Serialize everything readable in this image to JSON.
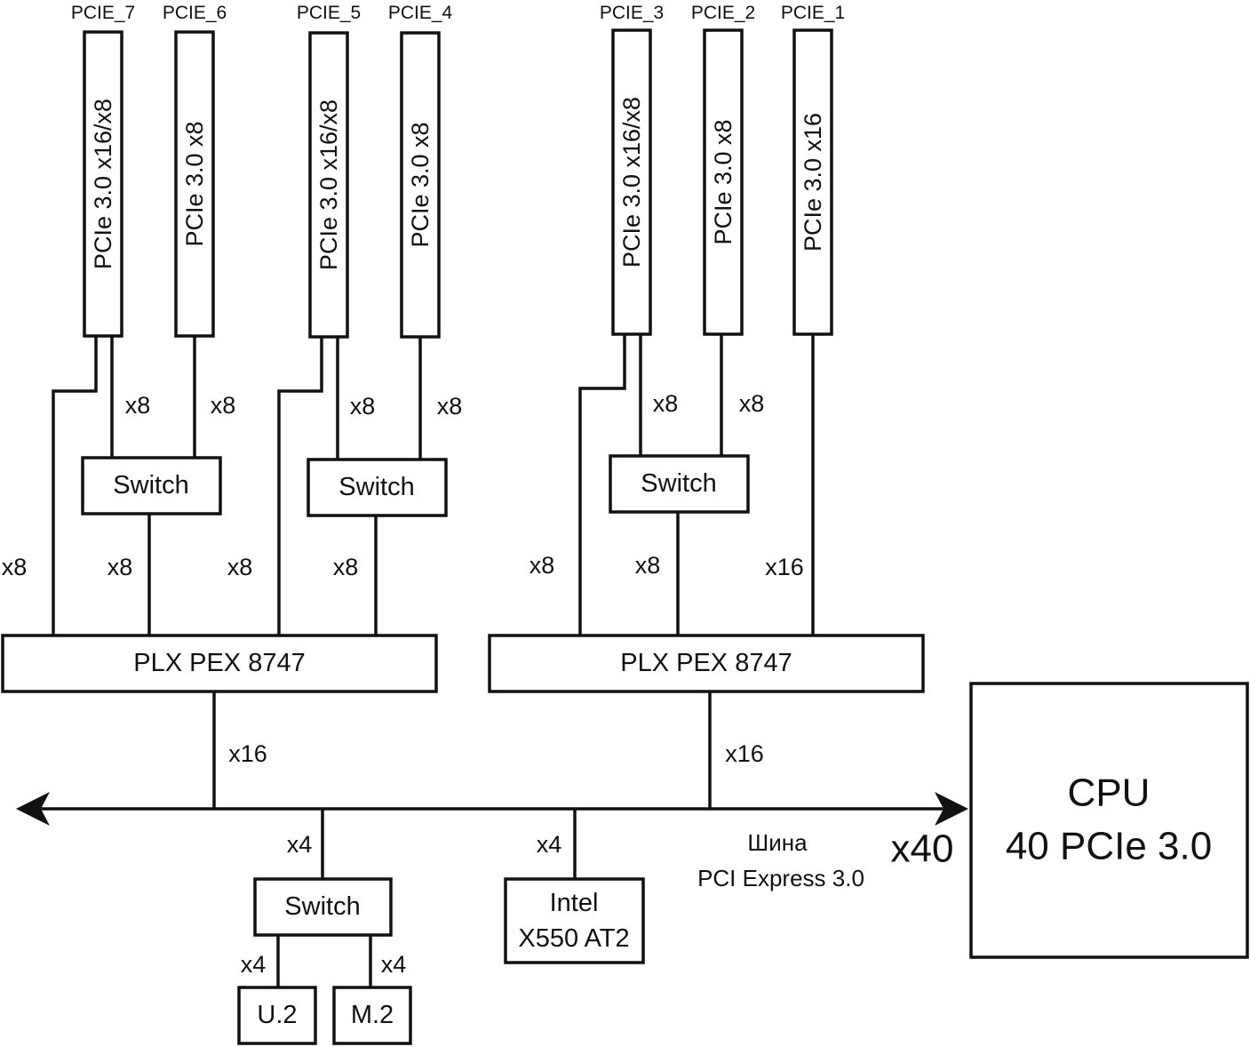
{
  "slots": [
    {
      "id": "PCIE_7",
      "type": "PCIe 3.0 x16/x8"
    },
    {
      "id": "PCIE_6",
      "type": "PCIe 3.0 x8"
    },
    {
      "id": "PCIE_5",
      "type": "PCIe 3.0 x16/x8"
    },
    {
      "id": "PCIE_4",
      "type": "PCIe 3.0 x8"
    },
    {
      "id": "PCIE_3",
      "type": "PCIe 3.0 x16/x8"
    },
    {
      "id": "PCIE_2",
      "type": "PCIe 3.0 x8"
    },
    {
      "id": "PCIE_1",
      "type": "PCIe 3.0 x16"
    }
  ],
  "switch_label": "Switch",
  "plx_label": "PLX PEX 8747",
  "lanes": {
    "x8": "x8",
    "x16": "x16",
    "x4": "x4"
  },
  "bus": {
    "name_line1": "Шина",
    "name_line2": "PCI Express 3.0",
    "width": "x40"
  },
  "cpu": {
    "line1": "CPU",
    "line2": "40 PCIe 3.0"
  },
  "nic": {
    "line1": "Intel",
    "line2": "X550 AT2"
  },
  "storage": {
    "u2": "U.2",
    "m2": "M.2"
  }
}
